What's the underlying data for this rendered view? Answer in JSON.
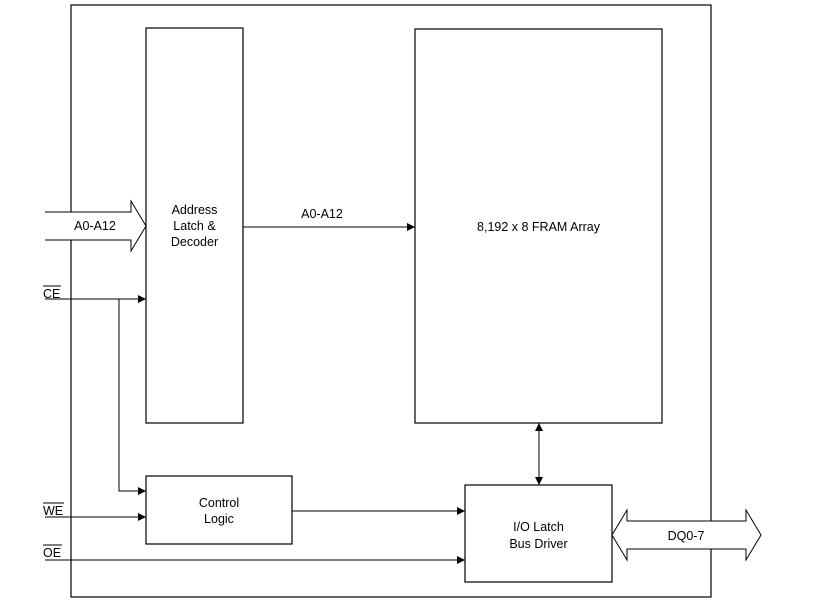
{
  "blocks": {
    "address_latch": {
      "lines": [
        "Address",
        "Latch &",
        "Decoder"
      ]
    },
    "fram_array": {
      "label": "8,192 x 8 FRAM Array"
    },
    "control_logic": {
      "lines": [
        "Control",
        "Logic"
      ]
    },
    "io_latch": {
      "lines": [
        "I/O Latch",
        "Bus Driver"
      ]
    }
  },
  "signals": {
    "address_in": "A0-A12",
    "address_internal": "A0-A12",
    "chip_enable": "CE",
    "write_enable": "WE",
    "output_enable": "OE",
    "data_bus": "DQ0-7"
  },
  "active_low_signals": [
    "CE",
    "WE",
    "OE"
  ]
}
